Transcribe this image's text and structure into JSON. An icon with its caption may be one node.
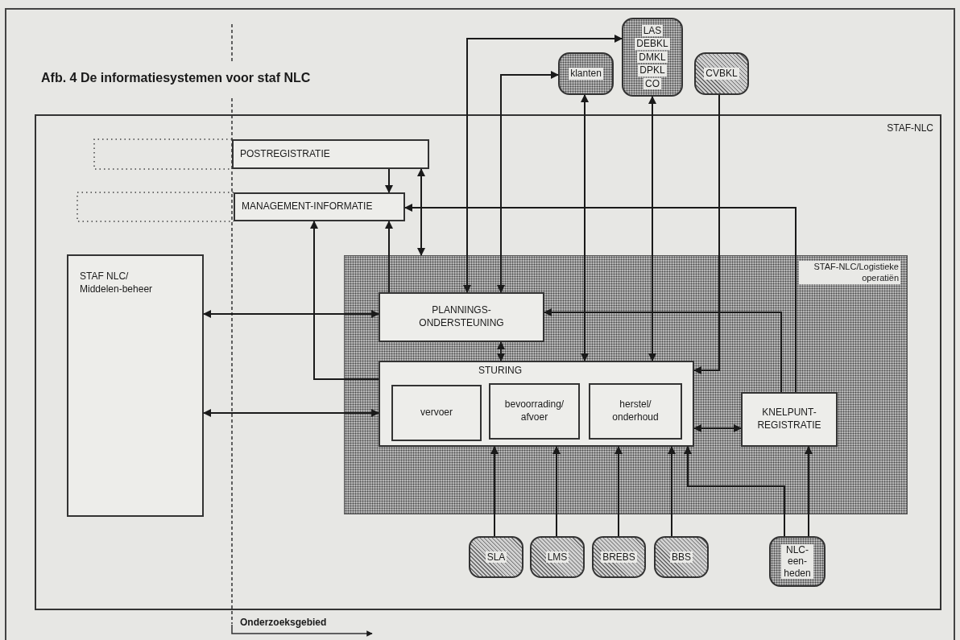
{
  "diagram": {
    "title": "Afb. 4 De informatiesystemen voor staf NLC",
    "nodes": [
      {
        "text": [
          "LAS",
          "DEBKL",
          "DMKL",
          "DPKL",
          "CO"
        ]
      },
      {
        "text": [
          "klanten"
        ]
      },
      {
        "text": [
          "CVBKL"
        ]
      },
      {
        "text": [
          "STAF-NLC"
        ]
      },
      {
        "text": [
          "POSTREGISTRATIE"
        ],
        "in": 3
      },
      {
        "text": [
          "MANAGEMENT-INFORMATIE"
        ],
        "in": 3
      },
      {
        "text": [
          "STAF NLC/ Middelen-beheer"
        ],
        "in": 3
      },
      {
        "text": [
          "STAF-NLC/Logistieke operatiën"
        ],
        "in": 3
      },
      {
        "text": [
          "PLANNINGS- ONDERSTEUNING"
        ],
        "in": 7
      },
      {
        "text": [
          "STURING"
        ],
        "in": 7
      },
      {
        "text": [
          "vervoer"
        ],
        "in": 9
      },
      {
        "text": [
          "bevoorrading/ afvoer"
        ],
        "in": 9
      },
      {
        "text": [
          "herstel/ onderhoud"
        ],
        "in": 9
      },
      {
        "text": [
          "KNELPUNT- REGISTRATIE"
        ],
        "in": 7
      },
      {
        "text": [
          "SLA"
        ],
        "in": 3
      },
      {
        "text": [
          "LMS"
        ],
        "in": 3
      },
      {
        "text": [
          "BREBS"
        ],
        "in": 3
      },
      {
        "text": [
          "BBS"
        ],
        "in": 3
      },
      {
        "text": [
          "NLC- een- heden"
        ],
        "in": 3
      }
    ],
    "edges": [
      {
        "from": 4,
        "to": 5,
        "arrow": "to"
      },
      {
        "from": 9,
        "to": 5,
        "arrow": "to"
      },
      {
        "from": 8,
        "to": 5,
        "arrow": "to"
      },
      {
        "from": 7,
        "to": 4,
        "arrow": "both"
      },
      {
        "from": 13,
        "to": 5,
        "arrow": "to"
      },
      {
        "from": 6,
        "to": 8,
        "arrow": "both"
      },
      {
        "from": 6,
        "to": 9,
        "arrow": "both"
      },
      {
        "from": 8,
        "to": 0,
        "arrow": "both"
      },
      {
        "from": 8,
        "to": 1,
        "arrow": "both"
      },
      {
        "from": 8,
        "to": 9,
        "arrow": "both"
      },
      {
        "from": 1,
        "to": 9,
        "arrow": "both"
      },
      {
        "from": 0,
        "to": 9,
        "arrow": "both"
      },
      {
        "from": 2,
        "to": 9,
        "arrow": "to"
      },
      {
        "from": 13,
        "to": 8,
        "arrow": "to"
      },
      {
        "from": 9,
        "to": 13,
        "arrow": "both"
      },
      {
        "from": 14,
        "to": 9,
        "arrow": "to"
      },
      {
        "from": 15,
        "to": 9,
        "arrow": "to"
      },
      {
        "from": 16,
        "to": 9,
        "arrow": "to"
      },
      {
        "from": 17,
        "to": 9,
        "arrow": "to"
      },
      {
        "from": 18,
        "to": 9,
        "arrow": "to"
      },
      {
        "from": 18,
        "to": 13,
        "arrow": "to"
      }
    ],
    "labels": [
      "Onderzoeksgebied"
    ]
  }
}
